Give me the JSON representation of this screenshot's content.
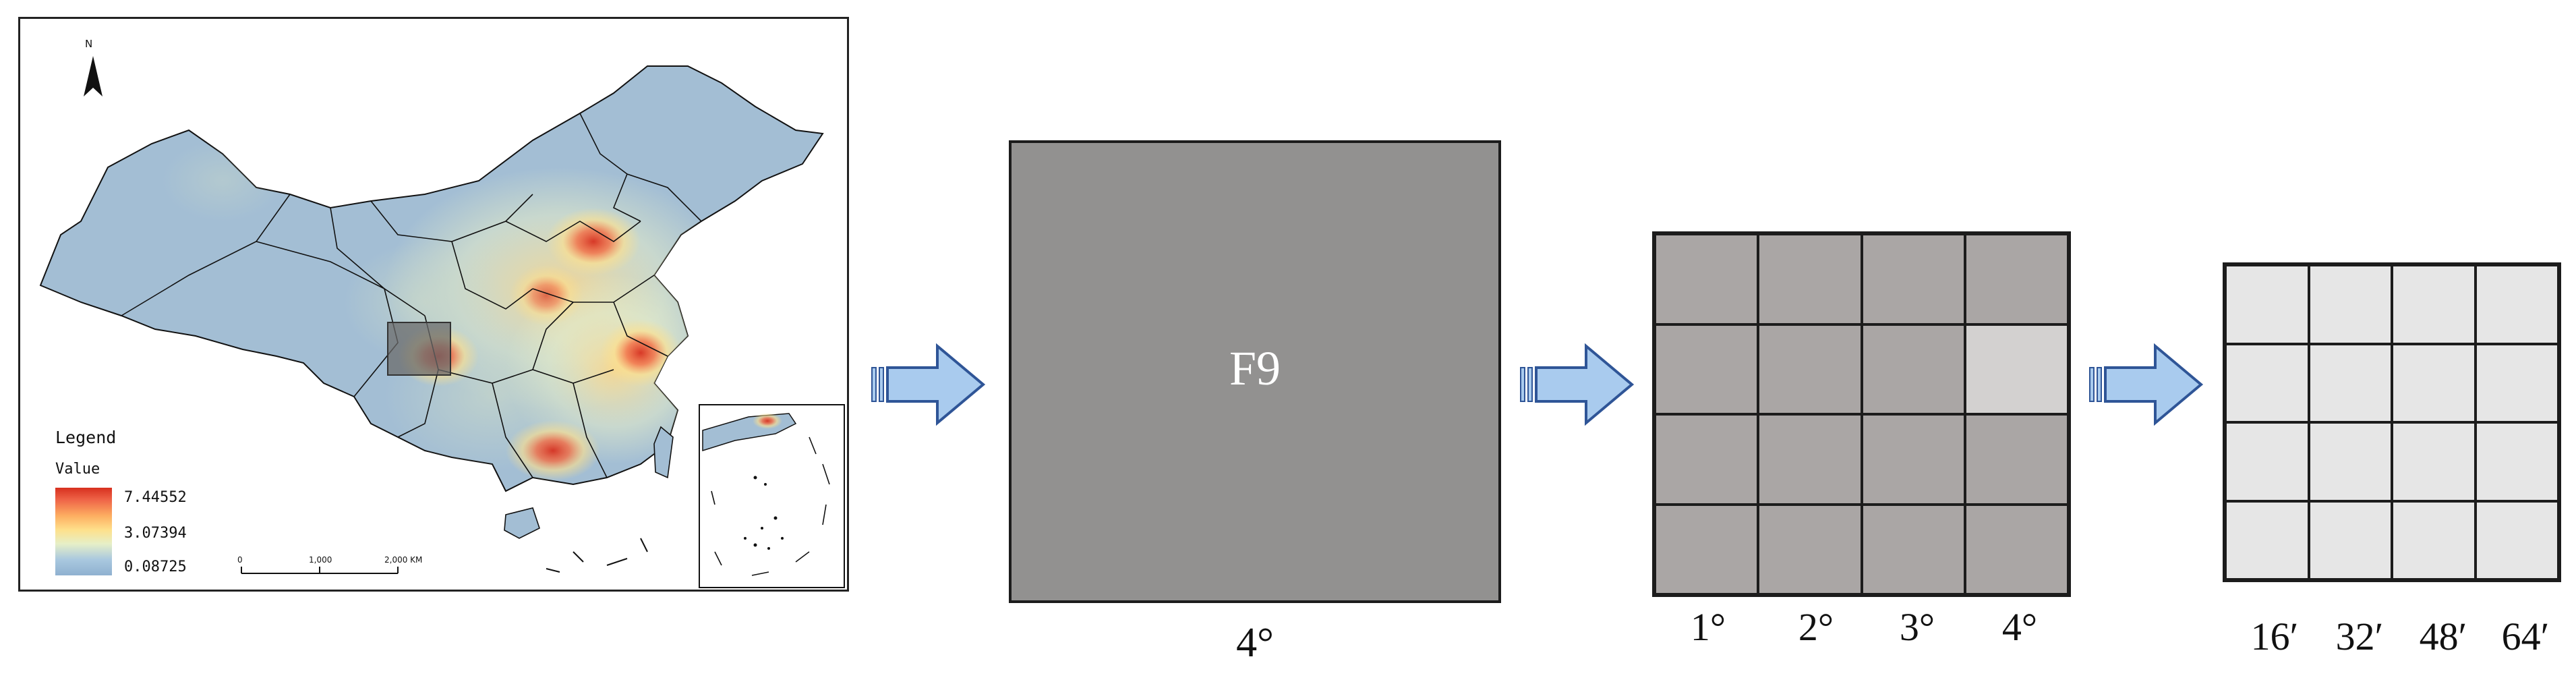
{
  "map": {
    "north_label": "N",
    "legend_title": "Legend",
    "legend_subtitle": "Value",
    "legend_values": {
      "max": "7.44552",
      "mid": "3.07394",
      "min": "0.08725"
    },
    "scale_labels": [
      "0",
      "1,000",
      "2,000 KM"
    ],
    "colors": {
      "low": "#8fb1d0",
      "mid": "#fee08b",
      "high": "#d7301f",
      "selection": "#6b6b6b"
    }
  },
  "block": {
    "label": "F9",
    "caption": "4°",
    "color": "#929190"
  },
  "grid_coarse": {
    "ticks": [
      "1°",
      "2°",
      "3°",
      "4°"
    ],
    "cell_color": "#aaa6a5",
    "highlight_color": "#d3d1d0",
    "highlight_cell": "row 2, column 4"
  },
  "grid_fine": {
    "ticks": [
      "16′",
      "32′",
      "48′",
      "64′"
    ],
    "cell_color": "#e6e6e6"
  },
  "arrow_color": "#a9cbee"
}
